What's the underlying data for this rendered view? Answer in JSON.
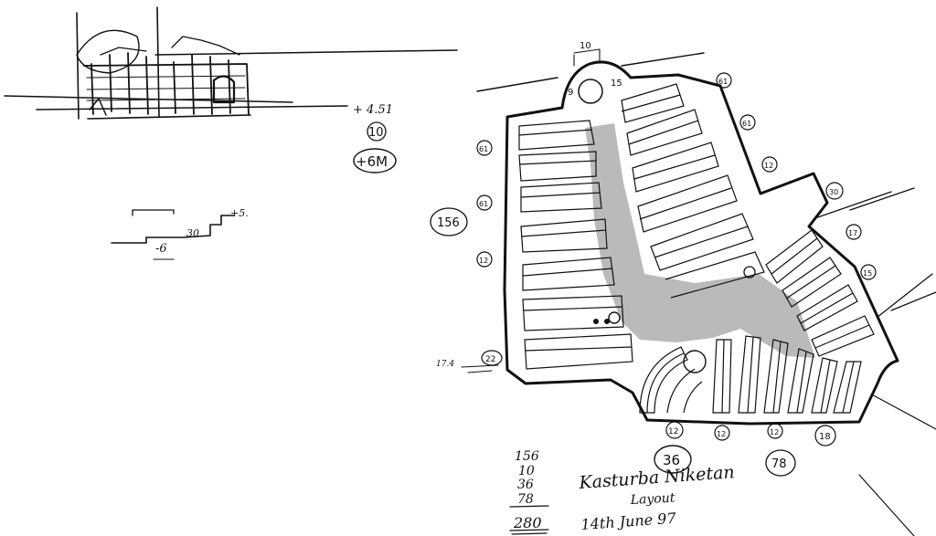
{
  "sketch": {
    "elevation_mark": "+ 4.51",
    "num_10": "10",
    "num_6m": "+6M",
    "section": {
      "top": "+5.",
      "mid": "30",
      "low": "-6"
    }
  },
  "plan": {
    "dims": {
      "top": "10",
      "nine": "9",
      "fifteen": "15",
      "left_61a": "61",
      "left_61b": "61",
      "left_12": "12",
      "left_22": "22",
      "left_num": "156",
      "left_17": "17.4",
      "right_61a": "61",
      "right_61b": "61",
      "right_12": "12",
      "right_30": "30",
      "right_17": "17",
      "right_15": "15",
      "bottom_12a": "12",
      "bottom_12b": "12",
      "bottom_12c": "12",
      "bottom_18": "18",
      "bottom_36": "36",
      "bottom_78": "78"
    }
  },
  "tally": {
    "values": [
      "156",
      "10",
      "36",
      "78"
    ],
    "total": "280"
  },
  "caption": {
    "title": "Kasturba Niketan",
    "subtitle": "Layout",
    "date": "14th June 97"
  }
}
